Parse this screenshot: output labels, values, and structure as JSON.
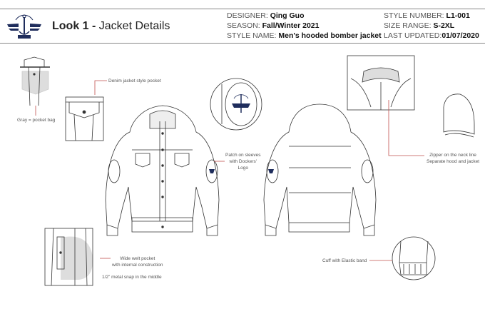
{
  "header": {
    "logo_text": "DOCKERS",
    "look": "Look 1",
    "separator": " - ",
    "subtitle": "Jacket Details",
    "designer_label": "DESIGNER:",
    "designer": "Qing Guo",
    "season_label": "SEASON:",
    "season": "Fall/Winter 2021",
    "style_name_label": "STYLE NAME:",
    "style_name": "Men's hooded bomber jacket",
    "style_number_label": "STYLE NUMBER:",
    "style_number": "L1-001",
    "size_range_label": "SIZE RANGE:",
    "size_range": "S-2XL",
    "last_updated_label": "LAST UPDATED:",
    "last_updated": "01/07/2020"
  },
  "annotations": {
    "pocket_bag": "Gray = pocket bag",
    "denim_pocket": "Denim jacket style pocket",
    "patch_line1": "Patch on sleeves",
    "patch_line2": "with Dockers'",
    "patch_line3": "Logo",
    "zipper_line1": "Zipper on the neck line",
    "zipper_line2": "Separate hood and jacket",
    "welt_line1": "Wide welt pocket",
    "welt_line2": "with internal construction",
    "snap": "1/2\" metal snap in the middle",
    "cuff": "Cuff with Elastic band"
  },
  "colors": {
    "callout_line": "#c0504d",
    "logo_navy": "#1f2d5c",
    "pocket_bag_gray": "#dddddd"
  }
}
